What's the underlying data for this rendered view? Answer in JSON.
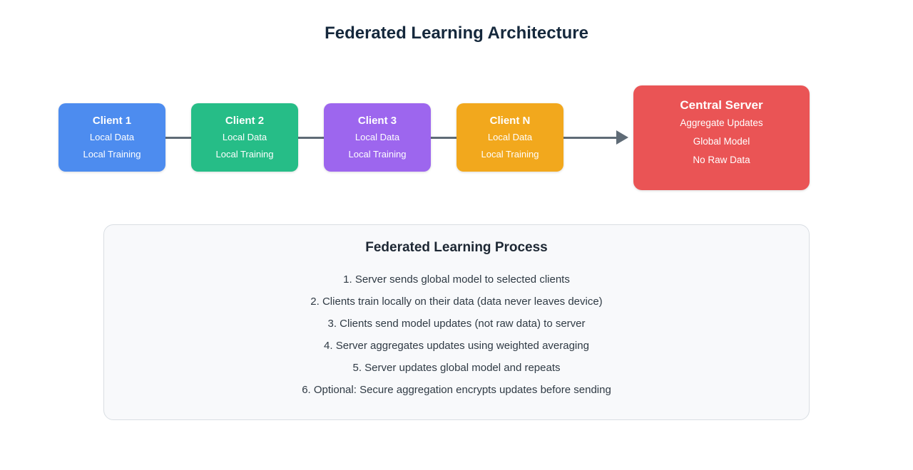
{
  "title": "Federated Learning Architecture",
  "arrow": {
    "color": "#5f6b76"
  },
  "clients": [
    {
      "name": "Client 1",
      "lines": [
        "Local Data",
        "Local Training"
      ],
      "color": "#4d8cef"
    },
    {
      "name": "Client 2",
      "lines": [
        "Local Data",
        "Local Training"
      ],
      "color": "#26bd87"
    },
    {
      "name": "Client 3",
      "lines": [
        "Local Data",
        "Local Training"
      ],
      "color": "#9d66ee"
    },
    {
      "name": "Client N",
      "lines": [
        "Local Data",
        "Local Training"
      ],
      "color": "#f2a81d"
    }
  ],
  "server": {
    "title": "Central Server",
    "lines": [
      "Aggregate Updates",
      "Global Model",
      "No Raw Data"
    ],
    "color": "#ea5455"
  },
  "process": {
    "title": "Federated Learning Process",
    "steps": [
      "1. Server sends global model to selected clients",
      "2. Clients train locally on their data (data never leaves device)",
      "3. Clients send model updates (not raw data) to server",
      "4. Server aggregates updates using weighted averaging",
      "5. Server updates global model and repeats",
      "6. Optional: Secure aggregation encrypts updates before sending"
    ]
  }
}
